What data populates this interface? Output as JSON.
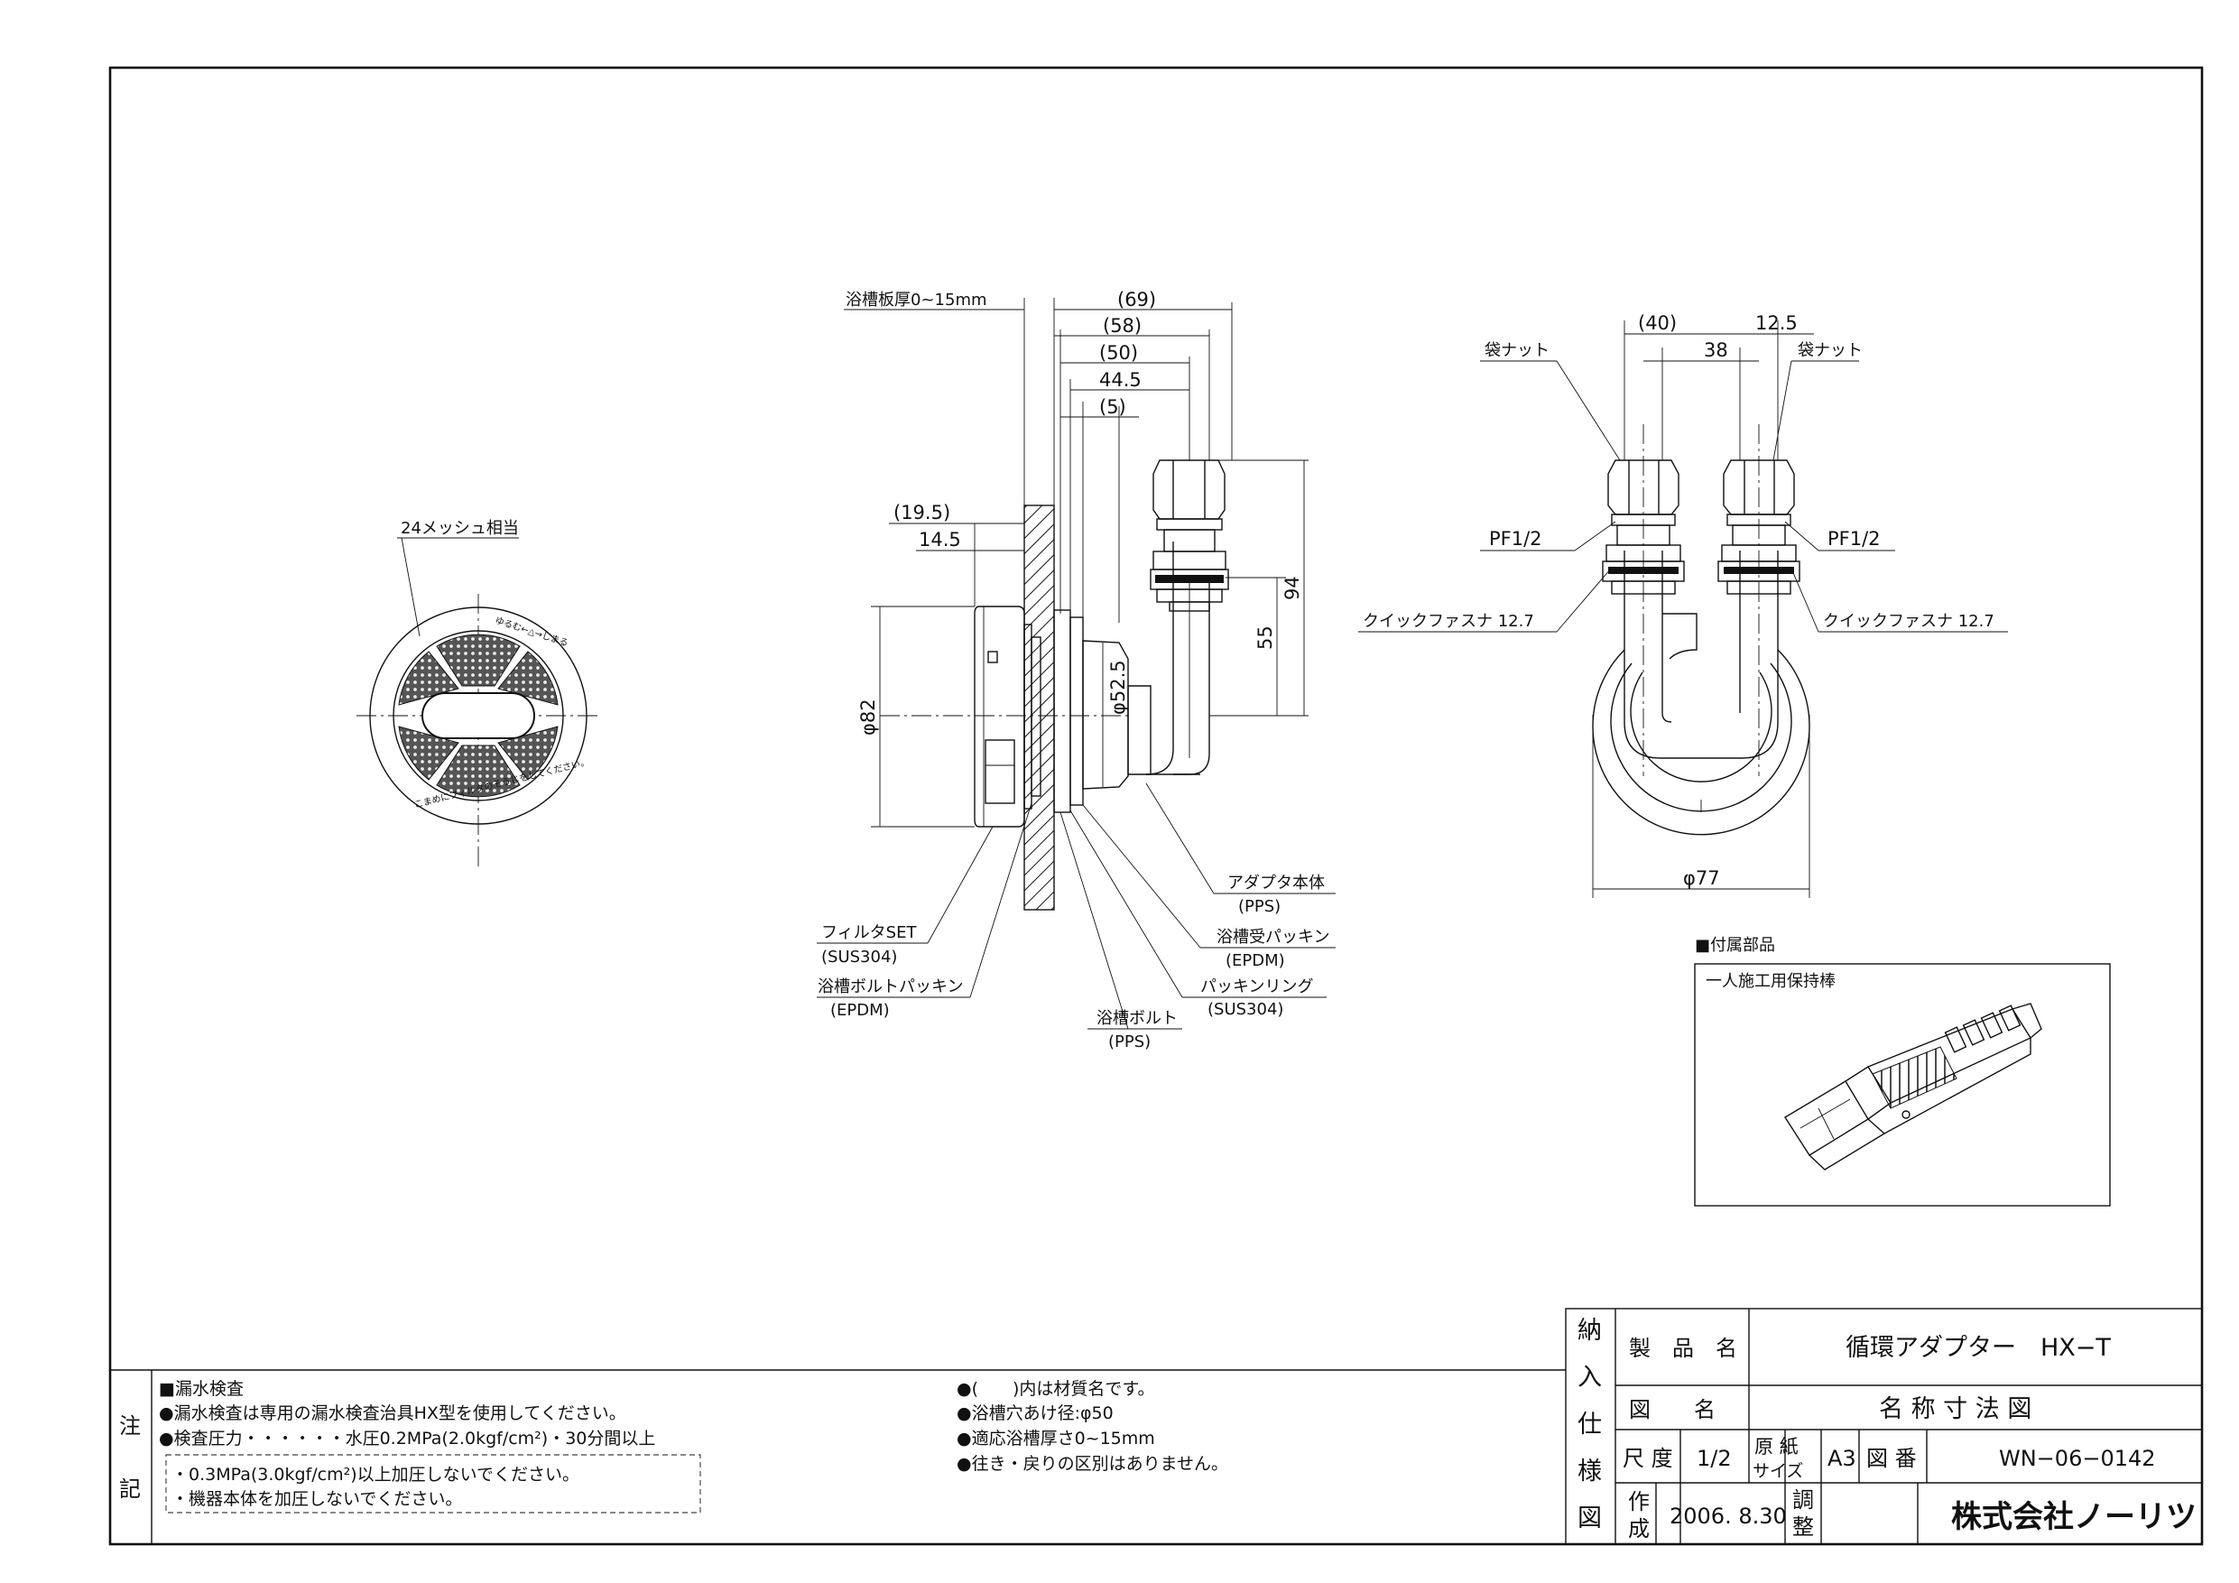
{
  "filter_front": {
    "mesh_label": "24メッシュ相当",
    "ring_text_top": "ゆるむ←△→しまる",
    "ring_text_bottom": "こまめにフィルタのそうじをしてください。"
  },
  "side_view": {
    "plate_thickness_label": "浴槽板厚0~15mm",
    "dims": {
      "d69": "(69)",
      "d58": "(58)",
      "d50": "(50)",
      "d44_5": "44.5",
      "d5": "(5)",
      "d19_5": "(19.5)",
      "d14_5": "14.5",
      "d82": "φ82",
      "d52_5": "φ52.5",
      "d55": "55",
      "d94": "94"
    },
    "parts": {
      "adapter_body": "アダプタ本体",
      "adapter_body_mat": "(PPS)",
      "filter_set": "フィルタSET",
      "filter_set_mat": "(SUS304)",
      "tub_packing": "浴槽受パッキン",
      "tub_packing_mat": "(EPDM)",
      "bolt_packing": "浴槽ボルトパッキン",
      "bolt_packing_mat": "(EPDM)",
      "packing_ring": "パッキンリング",
      "packing_ring_mat": "(SUS304)",
      "tub_bolt": "浴槽ボルト",
      "tub_bolt_mat": "(PPS)"
    }
  },
  "back_view": {
    "dims": {
      "d40": "(40)",
      "d12_5": "12.5",
      "d38": "38",
      "d77": "φ77"
    },
    "cap_nut_left": "袋ナット",
    "cap_nut_right": "袋ナット",
    "pf_left": "PF1/2",
    "pf_right": "PF1/2",
    "quick_left": "クイックファスナ 12.7",
    "quick_right": "クイックファスナ 12.7"
  },
  "accessories": {
    "title": "■付属部品",
    "item": "一人施工用保持棒"
  },
  "notes": {
    "label_top": "注",
    "label_bottom": "記",
    "heading": "■漏水検査",
    "line1": "●漏水検査は専用の漏水検査治具HX型を使用してください。",
    "line2": "●検査圧力・・・・・・水圧0.2MPa(2.0kgf/cm²)・30分間以上",
    "box1": "・0.3MPa(3.0kgf/cm²)以上加圧しないでください。",
    "box2": "・機器本体を加圧しないでください。",
    "right1": "●(　　)内は材質名です。",
    "right2": "●浴槽穴あけ径:φ50",
    "right3": "●適応浴槽厚さ0~15mm",
    "right4": "●往き・戻りの区別はありません。"
  },
  "title_block": {
    "side_chars": [
      "納",
      "入",
      "仕",
      "様",
      "図"
    ],
    "product_label": "製　品　名",
    "product_value": "循環アダプター　HX−T",
    "drawing_label": "図　　名",
    "drawing_value": "名 称 寸 法 図",
    "scale_label": "尺 度",
    "scale_value": "1/2",
    "paper_label_1": "原 紙",
    "paper_label_2": "サイズ",
    "paper_value": "A3",
    "number_label": "図 番",
    "number_value": "WN−06−0142",
    "made_label_1": "作",
    "made_label_2": "成",
    "made_value": "2006. 8.30",
    "adj_label_1": "調",
    "adj_label_2": "整",
    "company": "株式会社ノーリツ"
  }
}
